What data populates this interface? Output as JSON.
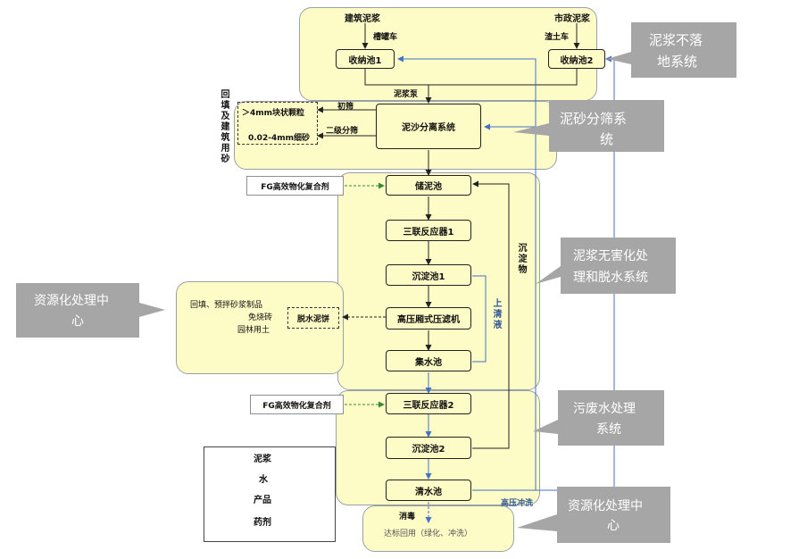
{
  "top": {
    "source_left": "建筑泥浆",
    "source_right": "市政泥浆",
    "truck_left": "槽罐车",
    "truck_right": "渣土车",
    "pool1": "收纳池1",
    "pool2": "收纳池2",
    "pump": "泥浆泵"
  },
  "sand": {
    "system": "泥沙分离系统",
    "coarse": "＞4mm块状颗粒",
    "fine": "0.02-4mm细砂",
    "screen1": "初筛",
    "screen2": "二级分筛",
    "use_vertical": "回填及建筑用砂"
  },
  "treat": {
    "reagent1": "FG高效物化复合剂",
    "storage": "储泥池",
    "reactor1": "三联反应器1",
    "settle1": "沉淀池1",
    "press": "高压厢式压滤机",
    "collect": "集水池",
    "cake": "脱水泥饼",
    "sediment": "沉淀物",
    "supernatant": "上清液"
  },
  "resource_left": {
    "line1": "回填、预拌砂浆制品",
    "line2": "免烧砖",
    "line3": "园林用土"
  },
  "water": {
    "reagent2": "FG高效物化复合剂",
    "reactor2": "三联反应器2",
    "settle2": "沉淀池2",
    "clear": "清水池",
    "flush": "高压冲洗",
    "disinfect": "消毒",
    "reuse": "达标回用（绿化、冲洗）"
  },
  "legend": {
    "mud": "泥浆",
    "water": "水",
    "product": "产品",
    "reagent": "药剂"
  },
  "callouts": {
    "c1_line1": "泥浆不落",
    "c1_line2": "地系统",
    "c2_line1": "泥砂分筛系",
    "c2_line2": "统",
    "c3_line1": "泥浆无害化处",
    "c3_line2": "理和脱水系统",
    "c4_line1": "资源化处理中",
    "c4_line2": "心",
    "c5_line1": "污废水处理",
    "c5_line2": "系统",
    "c6_line1": "资源化处理中",
    "c6_line2": "心"
  },
  "colors": {
    "region_fill": "#fdfbc6",
    "callout_fill": "#a6a6a6",
    "water_line": "#4472c4"
  }
}
